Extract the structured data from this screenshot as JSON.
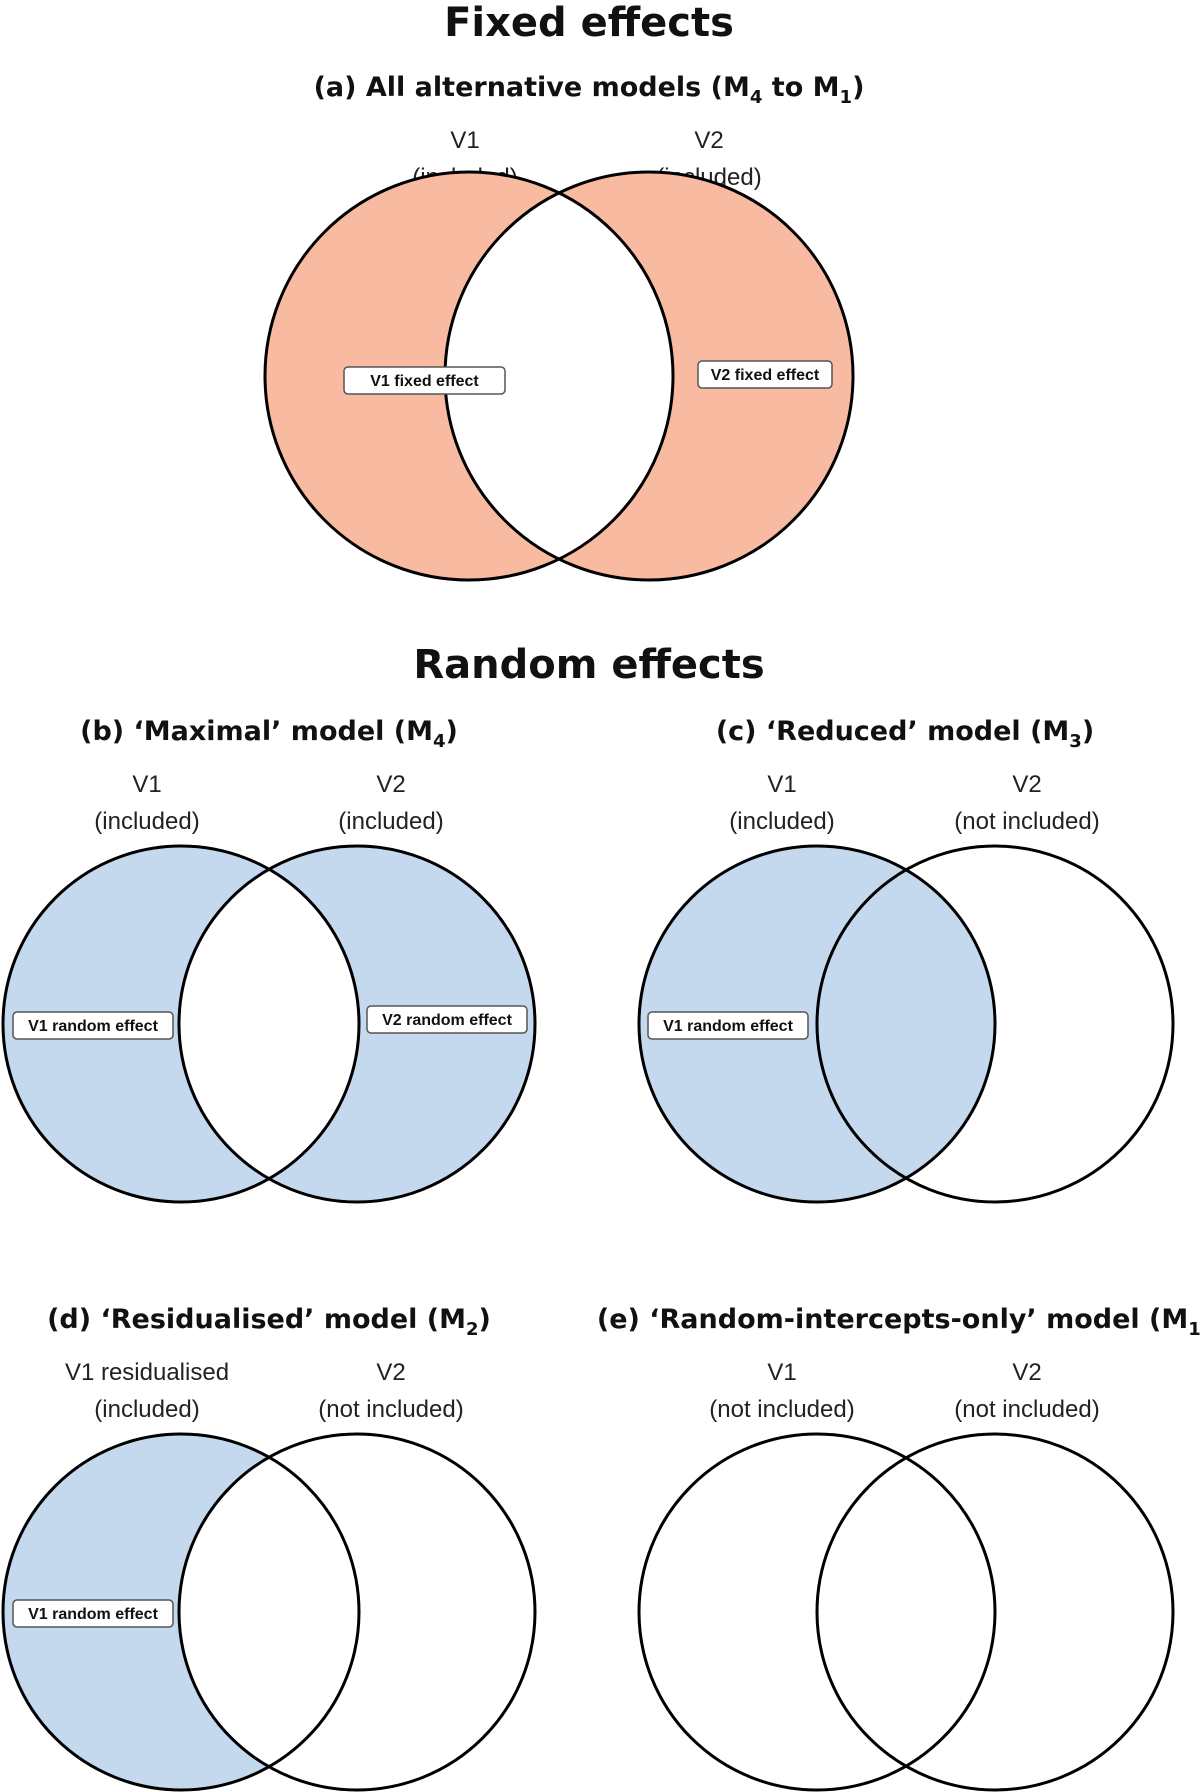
{
  "colors": {
    "fixed_fill": "#f9baa2",
    "random_fill": "#c4d8ee",
    "outline": "#000000"
  },
  "sections": {
    "fixed": "Fixed effects",
    "random": "Random effects"
  },
  "panels": {
    "a": {
      "title_main": "(a) All alternative models (M",
      "title_sub1": "4",
      "title_mid": " to M",
      "title_sub2": "1",
      "title_end": ")",
      "v1_line1": "V1",
      "v1_line2": "(included)",
      "v2_line1": "V2",
      "v2_line2": "(included)",
      "v1_box": "V1 fixed effect",
      "v2_box": "V2 fixed effect"
    },
    "b": {
      "title_main": "(b) ‘Maximal’ model (M",
      "title_sub": "4",
      "title_end": ")",
      "v1_line1": "V1",
      "v1_line2": "(included)",
      "v2_line1": "V2",
      "v2_line2": "(included)",
      "v1_box": "V1 random effect",
      "v2_box": "V2 random effect"
    },
    "c": {
      "title_main": "(c) ‘Reduced’ model (M",
      "title_sub": "3",
      "title_end": ")",
      "v1_line1": "V1",
      "v1_line2": "(included)",
      "v2_line1": "V2",
      "v2_line2": "(not included)",
      "v1_box": "V1 random effect"
    },
    "d": {
      "title_main": "(d) ‘Residualised’ model (M",
      "title_sub": "2",
      "title_end": ")",
      "v1_line1": "V1 residualised",
      "v1_line2": "(included)",
      "v2_line1": "V2",
      "v2_line2": "(not included)",
      "v1_box": "V1 random effect"
    },
    "e": {
      "title_main": "(e) ‘Random-intercepts-only’ model (M",
      "title_sub": "1",
      "title_end": ")",
      "v1_line1": "V1",
      "v1_line2": "(not included)",
      "v2_line1": "V2",
      "v2_line2": "(not included)"
    }
  }
}
